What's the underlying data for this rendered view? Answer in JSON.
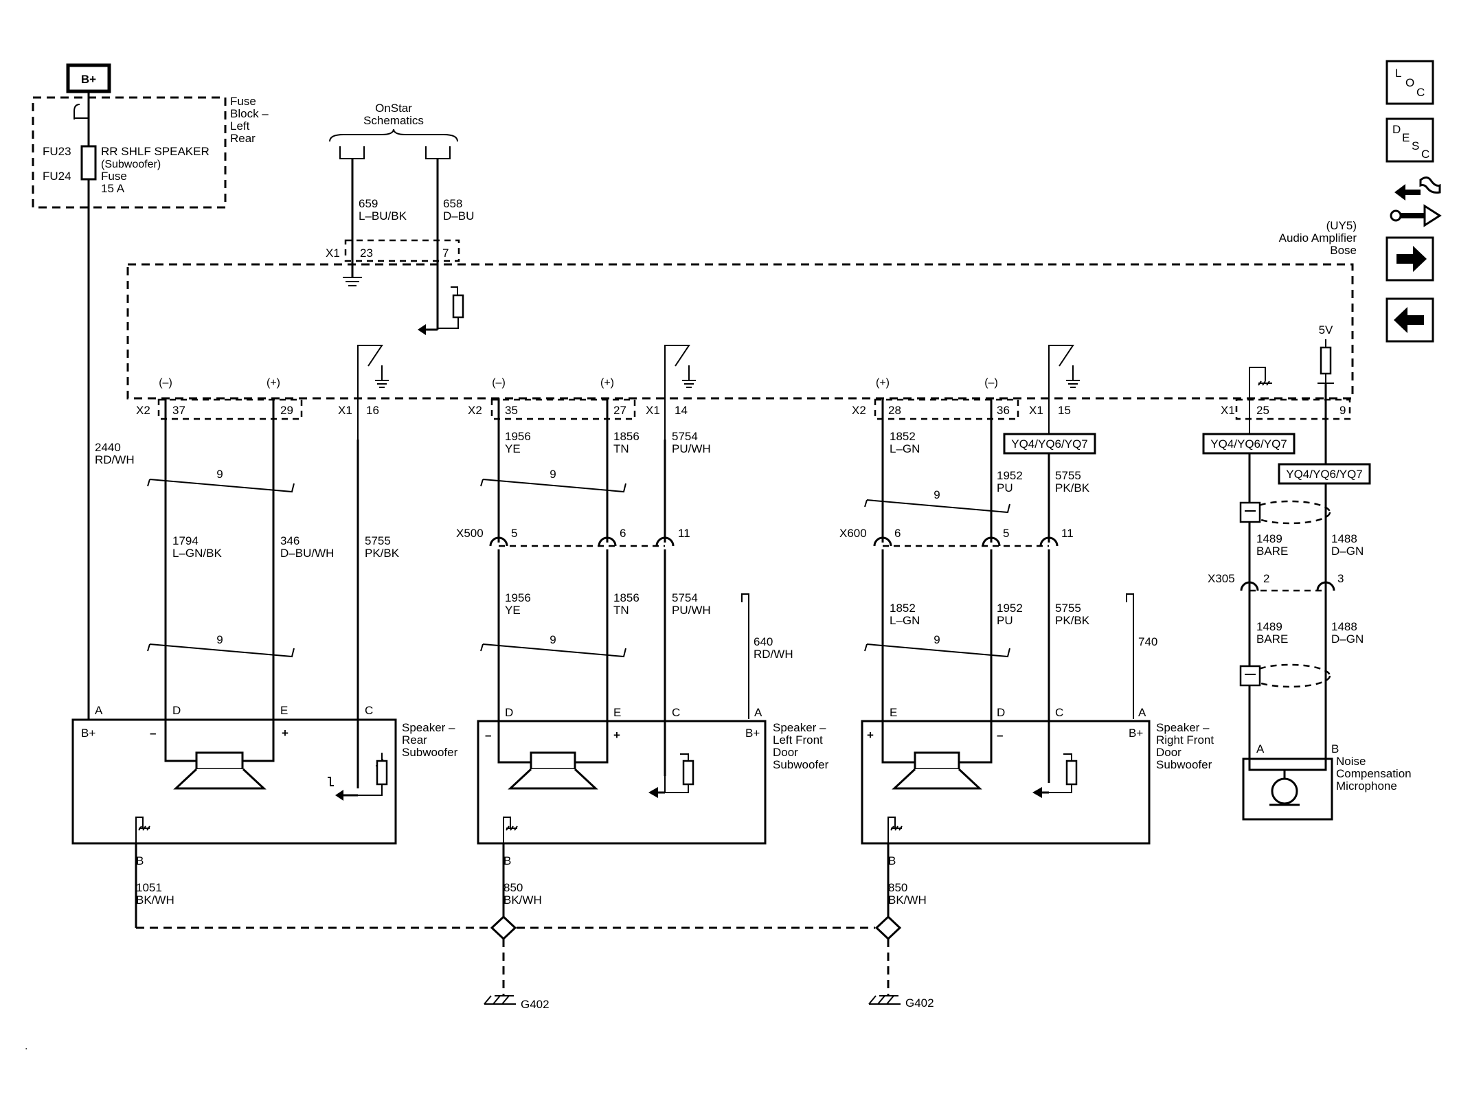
{
  "source": {
    "label": "B+"
  },
  "fuse_block": {
    "label": [
      "Fuse",
      "Block –",
      "Left",
      "Rear"
    ],
    "fuse_ids": [
      "FU23",
      "FU24"
    ],
    "fuse_desc": [
      "RR SHLF SPEAKER",
      "(Subwoofer)",
      "Fuse",
      "15 A"
    ]
  },
  "onstar": {
    "label": [
      "OnStar",
      "Schematics"
    ]
  },
  "amplifier": {
    "label": [
      "(UY5)",
      "Audio Amplifier",
      "Bose"
    ],
    "voltage": "5V"
  },
  "connectors": {
    "x1": "X1",
    "x2": "X2",
    "pin23": "23",
    "pin7": "7",
    "pin37": "37",
    "pin29": "29",
    "pin16": "16",
    "pin35": "35",
    "pin27": "27",
    "pin14": "14",
    "pin28": "28",
    "pin36": "36",
    "pin15": "15",
    "pin25": "25",
    "pin9": "9",
    "neg": "(–)",
    "pos": "(+)"
  },
  "wires": {
    "w659": [
      "659",
      "L–BU/BK"
    ],
    "w658": [
      "658",
      "D–BU"
    ],
    "w2440": [
      "2440",
      "RD/WH"
    ],
    "w1794": [
      "1794",
      "L–GN/BK"
    ],
    "w346": [
      "346",
      "D–BU/WH"
    ],
    "w5755a": [
      "5755",
      "PK/BK"
    ],
    "w1956": [
      "1956",
      "YE"
    ],
    "w1856": [
      "1856",
      "TN"
    ],
    "w5754": [
      "5754",
      "PU/WH"
    ],
    "w640": [
      "640",
      "RD/WH"
    ],
    "w1852": [
      "1852",
      "L–GN"
    ],
    "w1952": [
      "1952",
      "PU"
    ],
    "w5755b": [
      "5755",
      "PK/BK"
    ],
    "w740": "740",
    "w1489": [
      "1489",
      "BARE"
    ],
    "w1488": [
      "1488",
      "D–GN"
    ],
    "w1051": [
      "1051",
      "BK/WH"
    ],
    "w850": [
      "850",
      "BK/WH"
    ],
    "twist": "9"
  },
  "inline": {
    "x500": "X500",
    "x600": "X600",
    "x305": "X305",
    "x500_pins": [
      "5",
      "6",
      "11"
    ],
    "x600_pins": [
      "6",
      "5",
      "11"
    ],
    "x305_pins": [
      "2",
      "3"
    ]
  },
  "options": "YQ4/YQ6/YQ7",
  "components": {
    "rear": [
      "Speaker –",
      "Rear",
      "Subwoofer"
    ],
    "left": [
      "Speaker –",
      "Left Front",
      "Door",
      "Subwoofer"
    ],
    "right": [
      "Speaker –",
      "Right Front",
      "Door",
      "Subwoofer"
    ],
    "mic": [
      "Noise",
      "Compensation",
      "Microphone"
    ]
  },
  "pins": {
    "a": "A",
    "b": "B",
    "c": "C",
    "d": "D",
    "e": "E",
    "bplus": "B+",
    "minus": "–",
    "plus": "+"
  },
  "ground": {
    "g402": "G402"
  },
  "nav": {
    "loc": [
      "L",
      "O",
      "C"
    ],
    "desc": [
      "D",
      "E",
      "S",
      "C"
    ],
    "next_icon": "arrow-right",
    "prev_icon": "arrow-left",
    "tools_icon": "wrench-transfer"
  }
}
